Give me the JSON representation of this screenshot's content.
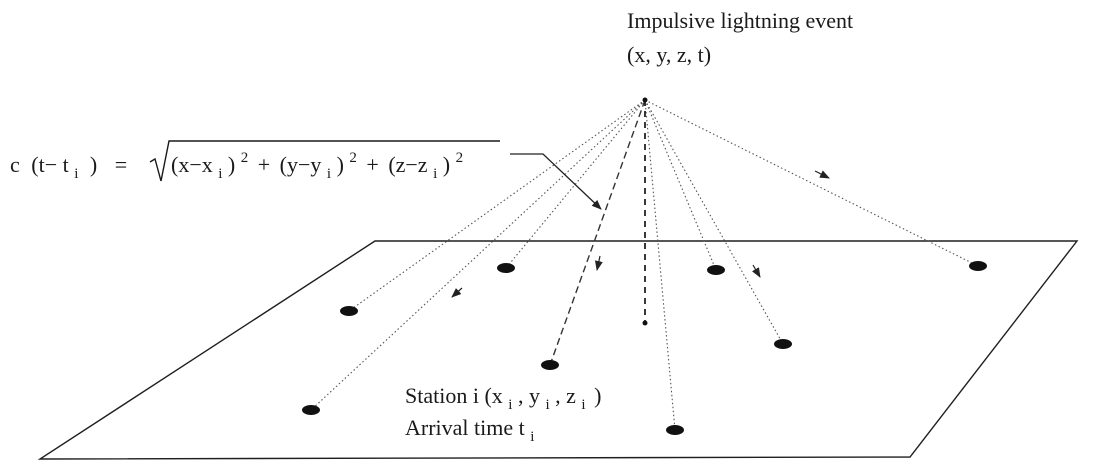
{
  "event": {
    "title": "Impulsive lightning event",
    "coords": "(x, y, z, t)"
  },
  "equation": {
    "lhs_c": "c",
    "lhs_paren_open": "(t− t",
    "lhs_sub_i": "i",
    "lhs_paren_close": ")",
    "equals": "=",
    "term1": "(x−x",
    "term1_close": ")",
    "term2": "(y−y",
    "term2_close": ")",
    "term3": "(z−z",
    "term3_close": ")",
    "plus": "+",
    "sub_i": "i",
    "power": "2"
  },
  "station_label": {
    "line1_prefix": "Station  i  (x",
    "sub_i": "i",
    "sep1": ", y",
    "sep2": ", z",
    "close": ")",
    "line2": "Arrival time  t",
    "line2_sub": "i"
  }
}
